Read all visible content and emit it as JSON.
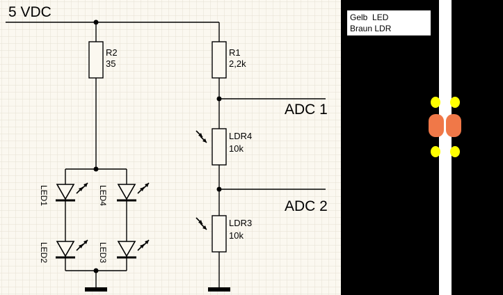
{
  "supply_label": "5 VDC",
  "resistors": [
    {
      "name": "R2",
      "value": "35"
    },
    {
      "name": "R1",
      "value": "2,2k"
    }
  ],
  "ldrs": [
    {
      "name": "LDR4",
      "value": "10k"
    },
    {
      "name": "LDR3",
      "value": "10k"
    }
  ],
  "leds": [
    "LED1",
    "LED4",
    "LED2",
    "LED3"
  ],
  "adc": [
    "ADC 1",
    "ADC 2"
  ],
  "legend": [
    {
      "label": "Gelb",
      "meaning": "LED"
    },
    {
      "label": "Braun",
      "meaning": "LDR"
    }
  ],
  "colors": {
    "grid": "#e6e0d2",
    "panel": "#000000",
    "track": "#ffffff",
    "led_yellow": "#ffff00",
    "ldr_orange": "#f07848"
  }
}
